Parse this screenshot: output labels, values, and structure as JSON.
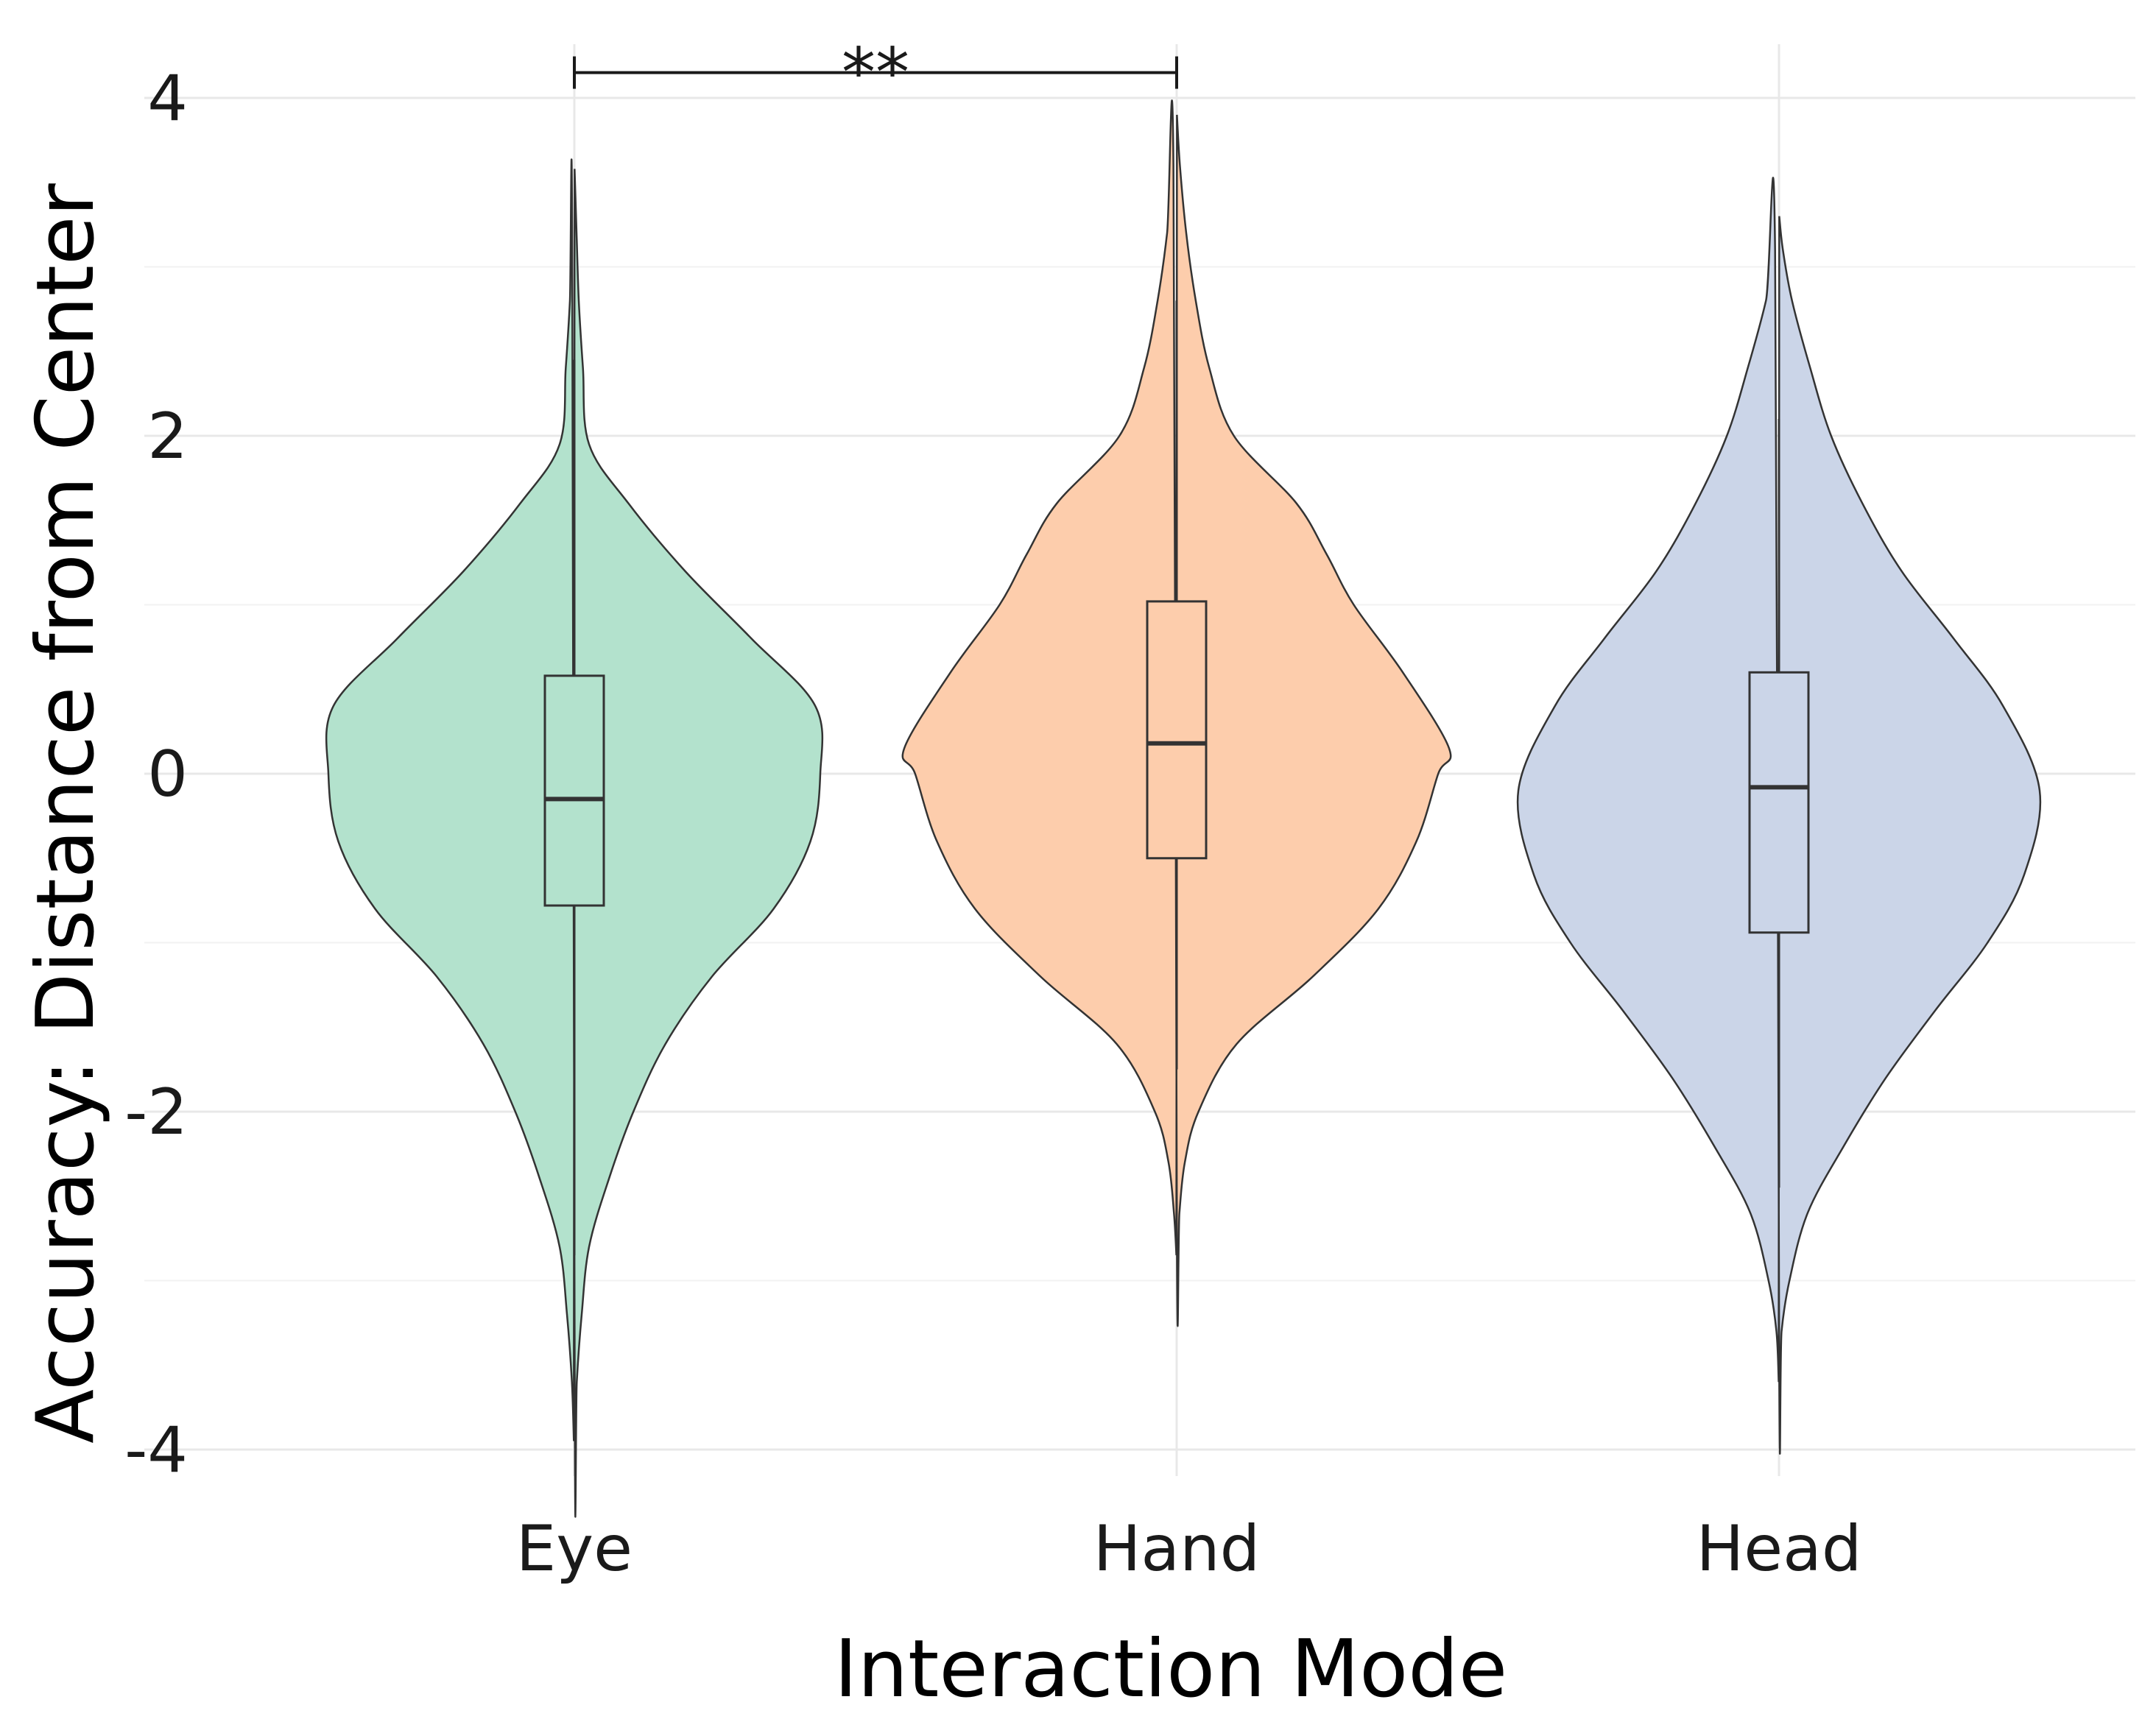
{
  "chart_data": {
    "type": "violin",
    "xlabel": "Interaction Mode",
    "ylabel": "Accuracy: Distance from Center",
    "ylim": [
      -4.15,
      4.3
    ],
    "yticks": [
      {
        "value": 4,
        "label": "4"
      },
      {
        "value": 2,
        "label": "2"
      },
      {
        "value": 0,
        "label": "0"
      },
      {
        "value": -2,
        "label": "-2"
      },
      {
        "value": -4,
        "label": "-4"
      }
    ],
    "minor_gridlines": [
      3,
      1,
      -1,
      -3
    ],
    "grid": true,
    "categories": [
      "Eye",
      "Hand",
      "Head"
    ],
    "series": [
      {
        "category": "Eye",
        "color": "#B3E2CD",
        "box": {
          "median": -0.15,
          "q1": -0.78,
          "q3": 0.58,
          "whisker_low": -2.85,
          "whisker_high": 2.45
        },
        "density": [
          [
            -3.95,
            0.002
          ],
          [
            -3.6,
            0.01
          ],
          [
            -3.2,
            0.03
          ],
          [
            -2.8,
            0.06
          ],
          [
            -2.4,
            0.14
          ],
          [
            -2.0,
            0.24
          ],
          [
            -1.6,
            0.37
          ],
          [
            -1.2,
            0.56
          ],
          [
            -0.8,
            0.81
          ],
          [
            -0.4,
            0.96
          ],
          [
            0.0,
            1.0
          ],
          [
            0.4,
            0.98
          ],
          [
            0.8,
            0.72
          ],
          [
            1.2,
            0.45
          ],
          [
            1.6,
            0.22
          ],
          [
            1.95,
            0.06
          ],
          [
            2.4,
            0.035
          ],
          [
            2.8,
            0.018
          ],
          [
            3.2,
            0.009
          ],
          [
            3.58,
            0.001
          ]
        ]
      },
      {
        "category": "Hand",
        "color": "#FDCDAC",
        "box": {
          "median": 0.18,
          "q1": -0.5,
          "q3": 1.02,
          "whisker_low": -1.75,
          "whisker_high": 2.8
        },
        "density": [
          [
            -2.85,
            0.001
          ],
          [
            -2.6,
            0.01
          ],
          [
            -2.3,
            0.03
          ],
          [
            -2.0,
            0.08
          ],
          [
            -1.6,
            0.22
          ],
          [
            -1.2,
            0.5
          ],
          [
            -0.8,
            0.74
          ],
          [
            -0.4,
            0.88
          ],
          [
            0.0,
            0.96
          ],
          [
            0.15,
            1.0
          ],
          [
            0.6,
            0.83
          ],
          [
            1.0,
            0.65
          ],
          [
            1.3,
            0.55
          ],
          [
            1.6,
            0.44
          ],
          [
            2.0,
            0.21
          ],
          [
            2.4,
            0.12
          ],
          [
            2.8,
            0.07
          ],
          [
            3.2,
            0.035
          ],
          [
            3.6,
            0.012
          ],
          [
            3.9,
            0.001
          ]
        ]
      },
      {
        "category": "Head",
        "color": "#CBD5E8",
        "box": {
          "median": -0.08,
          "q1": -0.94,
          "q3": 0.6,
          "whisker_low": -2.45,
          "whisker_high": 2.1
        },
        "density": [
          [
            -3.6,
            0.001
          ],
          [
            -3.3,
            0.01
          ],
          [
            -3.0,
            0.04
          ],
          [
            -2.6,
            0.11
          ],
          [
            -2.2,
            0.25
          ],
          [
            -1.8,
            0.41
          ],
          [
            -1.4,
            0.6
          ],
          [
            -1.0,
            0.8
          ],
          [
            -0.6,
            0.94
          ],
          [
            -0.1,
            1.0
          ],
          [
            0.4,
            0.86
          ],
          [
            0.8,
            0.67
          ],
          [
            1.2,
            0.47
          ],
          [
            1.6,
            0.32
          ],
          [
            2.0,
            0.2
          ],
          [
            2.4,
            0.12
          ],
          [
            2.8,
            0.05
          ],
          [
            3.1,
            0.015
          ],
          [
            3.3,
            0.001
          ]
        ]
      }
    ],
    "annotations": [
      {
        "type": "significance-bracket",
        "from": "Eye",
        "to": "Hand",
        "label": "**",
        "y": 4.15
      }
    ]
  }
}
